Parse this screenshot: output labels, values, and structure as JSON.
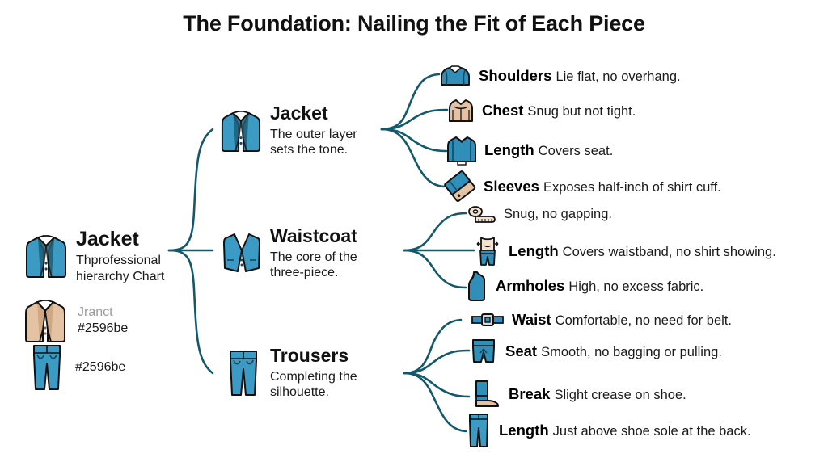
{
  "title": "The Foundation: Nailing the Fit of Each Piece",
  "colors": {
    "line": "#12596b",
    "accent_blue": "#2596be",
    "icon_outline": "#111111",
    "tan": "#e3c3a3",
    "text": "#1a1a1a",
    "muted": "#9a9a9a",
    "background": "#ffffff"
  },
  "root": {
    "title": "Jacket",
    "subtitle_line1": "Thprofessional",
    "subtitle_line2": "hierarchy Chart",
    "legend": [
      {
        "icon": "jacket-tan-icon",
        "label": "Jranct",
        "value": "#2596be",
        "muted": true
      },
      {
        "icon": "trousers-icon",
        "label": "",
        "value": "#2596be",
        "muted": false
      }
    ]
  },
  "branches": [
    {
      "id": "jacket",
      "icon": "jacket-blue-icon",
      "title": "Jacket",
      "sub_line1": "The outer layer",
      "sub_line2": "sets the tone.",
      "leaves": [
        {
          "icon": "shoulders-icon",
          "label": "Shoulders",
          "desc": "Lie flat, no overhang."
        },
        {
          "icon": "chest-icon",
          "label": "Chest",
          "desc": "Snug but not tight."
        },
        {
          "icon": "jacket-length-icon",
          "label": "Length",
          "desc": "Covers seat."
        },
        {
          "icon": "sleeve-cuff-icon",
          "label": "Sleeves",
          "desc": "Exposes half-inch of shirt cuff."
        }
      ]
    },
    {
      "id": "waistcoat",
      "icon": "waistcoat-icon",
      "title": "Waistcoat",
      "sub_line1": "The core of the",
      "sub_line2": "three-piece.",
      "leaves": [
        {
          "icon": "tape-measure-icon",
          "label": "",
          "desc": "Snug, no gapping."
        },
        {
          "icon": "waist-torso-icon",
          "label": "Length",
          "desc": "Covers waistband, no shirt showing."
        },
        {
          "icon": "armhole-icon",
          "label": "Armholes",
          "desc": "High, no excess fabric."
        }
      ]
    },
    {
      "id": "trousers",
      "icon": "trousers-icon",
      "title": "Trousers",
      "sub_line1": "Completing the",
      "sub_line2": "silhouette.",
      "leaves": [
        {
          "icon": "belt-icon",
          "label": "Waist",
          "desc": "Comfortable, no need for belt."
        },
        {
          "icon": "seat-shorts-icon",
          "label": "Seat",
          "desc": "Smooth, no bagging or pulling."
        },
        {
          "icon": "shoe-break-icon",
          "label": "Break",
          "desc": "Slight crease on shoe."
        },
        {
          "icon": "trousers-length-icon",
          "label": "Length",
          "desc": "Just above shoe sole at the back."
        }
      ]
    }
  ]
}
